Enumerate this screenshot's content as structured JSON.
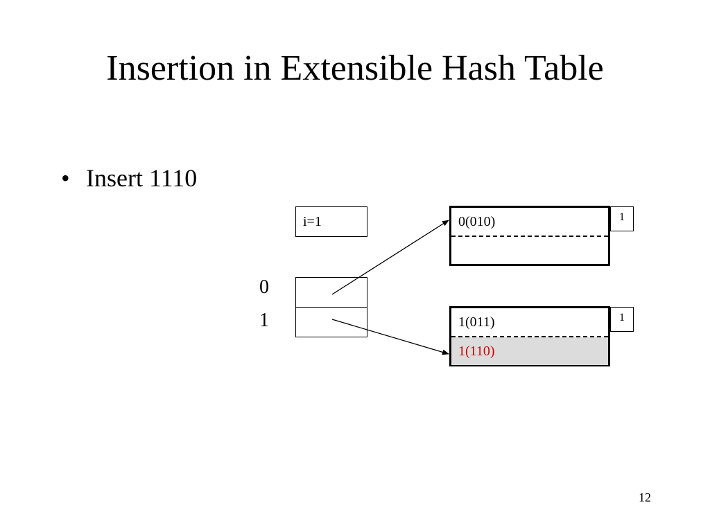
{
  "title": "Insertion in Extensible Hash Table",
  "bullet": {
    "symbol": "•",
    "text": "Insert 1110"
  },
  "directory": {
    "global_depth_label": "i=1",
    "entries": [
      {
        "index": "0"
      },
      {
        "index": "1"
      }
    ]
  },
  "buckets": [
    {
      "local_depth": "1",
      "slots": [
        "0(010)",
        ""
      ]
    },
    {
      "local_depth": "1",
      "slots": [
        "1(011)",
        "1(110)"
      ],
      "new_entry_color": "#cc0000",
      "new_entry_background": "#dcdcdc"
    }
  ],
  "page_number": "12"
}
